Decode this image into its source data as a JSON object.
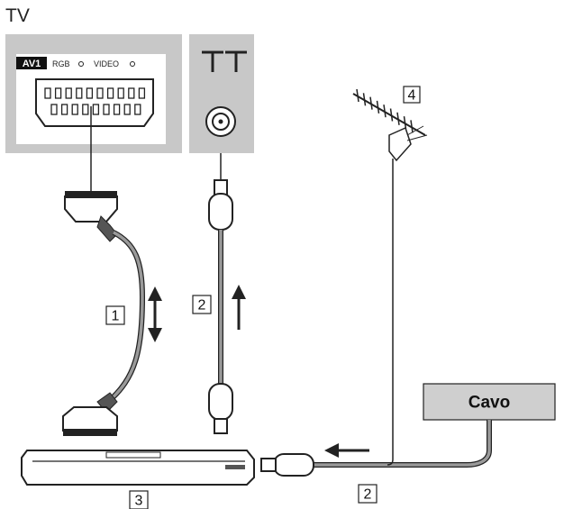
{
  "title": "TV",
  "tv_panel": {
    "av_label": "AV1",
    "rgb_label": "RGB",
    "video_label": "VIDEO"
  },
  "callouts": {
    "scart_cable": "1",
    "rf_cable_top": "2",
    "recorder": "3",
    "antenna": "4",
    "rf_cable_bottom": "2"
  },
  "cable_box": {
    "label": "Cavo"
  },
  "colors": {
    "panel_gray": "#c8c8c8",
    "cable_box_gray": "#cfcfcf",
    "line": "#222222",
    "cable_gray": "#9a9a9a"
  }
}
